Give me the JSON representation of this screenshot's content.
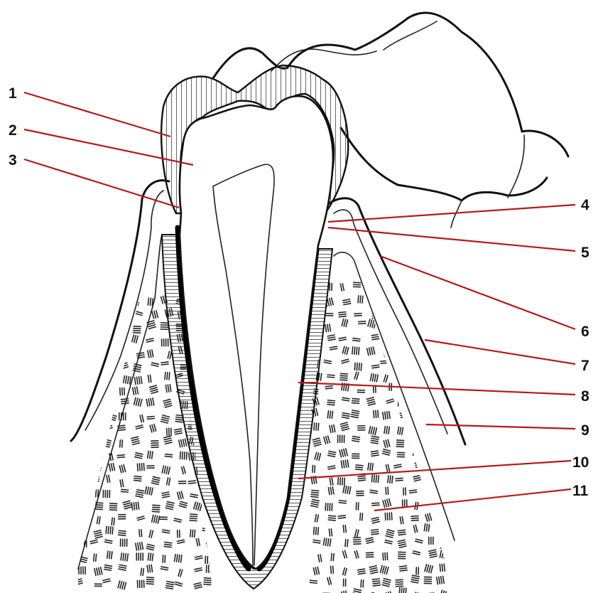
{
  "diagram": {
    "labels": [
      {
        "id": "1",
        "text": "1"
      },
      {
        "id": "2",
        "text": "2"
      },
      {
        "id": "3",
        "text": "3"
      },
      {
        "id": "4",
        "text": "4"
      },
      {
        "id": "5",
        "text": "5"
      },
      {
        "id": "6",
        "text": "6"
      },
      {
        "id": "7",
        "text": "7"
      },
      {
        "id": "8",
        "text": "8"
      },
      {
        "id": "9",
        "text": "9"
      },
      {
        "id": "10",
        "text": "10"
      },
      {
        "id": "11",
        "text": "11"
      }
    ],
    "colors": {
      "leader_line": "#b81818",
      "outline": "#111111",
      "background": "#ffffff"
    }
  }
}
